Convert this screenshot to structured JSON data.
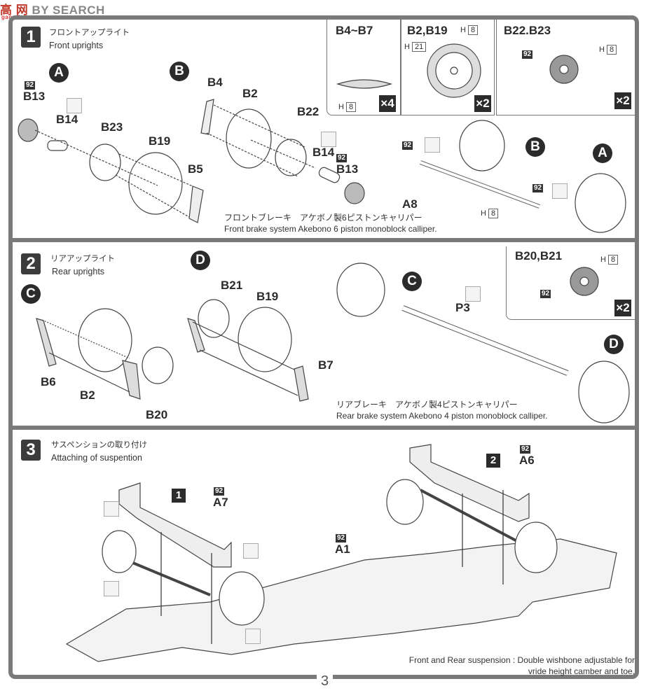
{
  "watermark": {
    "logo": "高 网",
    "brand": "BY SEARCH",
    "site": "gao-shou.com"
  },
  "steps": [
    {
      "number": "1",
      "title_jp": "フロントアップライト",
      "title_en": "Front uprights",
      "markers": [
        "A",
        "B"
      ],
      "parts_a": [
        "B13",
        "B14",
        "B23",
        "B19",
        "B5"
      ],
      "parts_b": [
        "B4",
        "B2",
        "B22",
        "B14",
        "B13",
        "A8"
      ],
      "paint_code": "92",
      "note_jp": "フロントブレーキ　アケボノ製6ピストンキャリパー",
      "note_en": "Front brake system Akebono 6 piston monoblock calliper.",
      "insets": [
        {
          "title": "B4~B7",
          "color_ref": "H",
          "color_num": "8",
          "qty": "×4"
        },
        {
          "title": "B2,B19",
          "color_ref_1": "H",
          "color_num_1": "8",
          "color_ref_2": "H",
          "color_num_2": "21",
          "qty": "×2"
        },
        {
          "title": "B22.B23",
          "paint": "92",
          "color_ref": "H",
          "color_num": "8",
          "qty": "×2"
        }
      ],
      "a8_color": {
        "ref": "H",
        "num": "8"
      }
    },
    {
      "number": "2",
      "title_jp": "リアアップライト",
      "title_en": "Rear uprights",
      "markers": [
        "C",
        "D"
      ],
      "parts_c": [
        "B6",
        "B2",
        "B20"
      ],
      "parts_d": [
        "B21",
        "B19",
        "B7"
      ],
      "shaft": "P3",
      "note_jp": "リアブレーキ　アケボノ製4ピストンキャリパー",
      "note_en": "Rear brake system Akebono 4 piston monoblock calliper.",
      "inset": {
        "title": "B20,B21",
        "paint": "92",
        "color_ref": "H",
        "color_num": "8",
        "qty": "×2"
      }
    },
    {
      "number": "3",
      "title_jp": "サスペンションの取り付け",
      "title_en": "Attaching of suspention",
      "callouts": [
        "1",
        "2"
      ],
      "parts": [
        {
          "paint": "92",
          "name": "A7"
        },
        {
          "paint": "92",
          "name": "A6"
        },
        {
          "paint": "92",
          "name": "A1"
        }
      ],
      "note_label": "Front and Rear suspension :",
      "note_line1": "Double wishbone adjustable for",
      "note_line2": "vride height camber and toe."
    }
  ],
  "page_number": "3"
}
